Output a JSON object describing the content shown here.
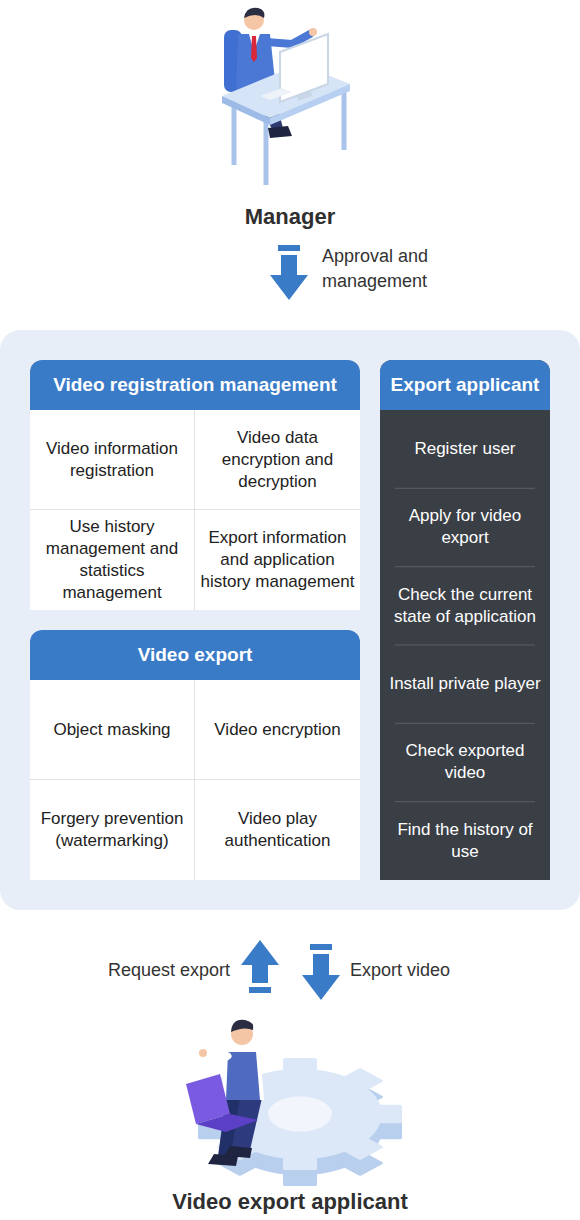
{
  "diagram": {
    "nodes": [
      {
        "text": [
          "Manager"
        ]
      },
      {
        "text": []
      },
      {
        "text": [
          "Video registration management"
        ],
        "in": 1
      },
      {
        "text": [
          "Video information registration"
        ],
        "in": 2
      },
      {
        "text": [
          "Video data encryption and decryption"
        ],
        "in": 2
      },
      {
        "text": [
          "Use history management and statistics management"
        ],
        "in": 2
      },
      {
        "text": [
          "Export information and application history management"
        ],
        "in": 2
      },
      {
        "text": [
          "Video export"
        ],
        "in": 1
      },
      {
        "text": [
          "Object masking"
        ],
        "in": 7
      },
      {
        "text": [
          "Video encryption"
        ],
        "in": 7
      },
      {
        "text": [
          "Forgery prevention (watermarking)"
        ],
        "in": 7
      },
      {
        "text": [
          "Video play authentication"
        ],
        "in": 7
      },
      {
        "text": [
          "Export applicant"
        ],
        "in": 1
      },
      {
        "text": [
          "Register user"
        ],
        "in": 12
      },
      {
        "text": [
          "Apply for video export"
        ],
        "in": 12
      },
      {
        "text": [
          "Check the current state of application"
        ],
        "in": 12
      },
      {
        "text": [
          "Install private player"
        ],
        "in": 12
      },
      {
        "text": [
          "Check exported video"
        ],
        "in": 12
      },
      {
        "text": [
          "Find the history of use"
        ],
        "in": 12
      },
      {
        "text": [
          "Video export applicant"
        ]
      }
    ],
    "edges": [
      {
        "from": 0,
        "to": 1,
        "label": "Approval and management",
        "arrow": "to"
      },
      {
        "from": 19,
        "to": 1,
        "label": "Request export",
        "arrow": "to"
      },
      {
        "from": 1,
        "to": 19,
        "label": "Export video",
        "arrow": "to"
      }
    ]
  }
}
